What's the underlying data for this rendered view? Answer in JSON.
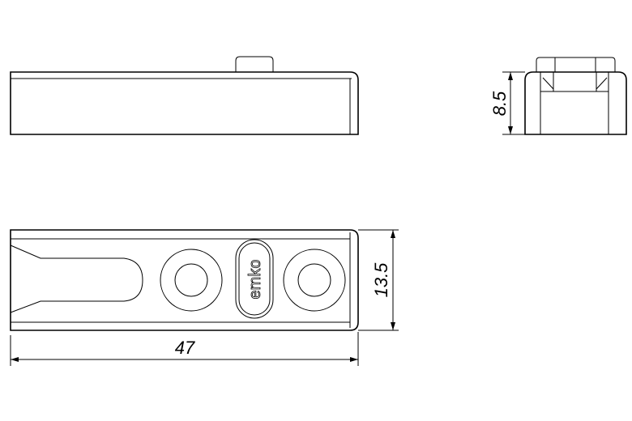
{
  "dimensions": {
    "length": "47",
    "width": "13.5",
    "height": "8.5"
  },
  "logo_text": "emko",
  "colors": {
    "line": "#000000",
    "background": "#ffffff"
  }
}
